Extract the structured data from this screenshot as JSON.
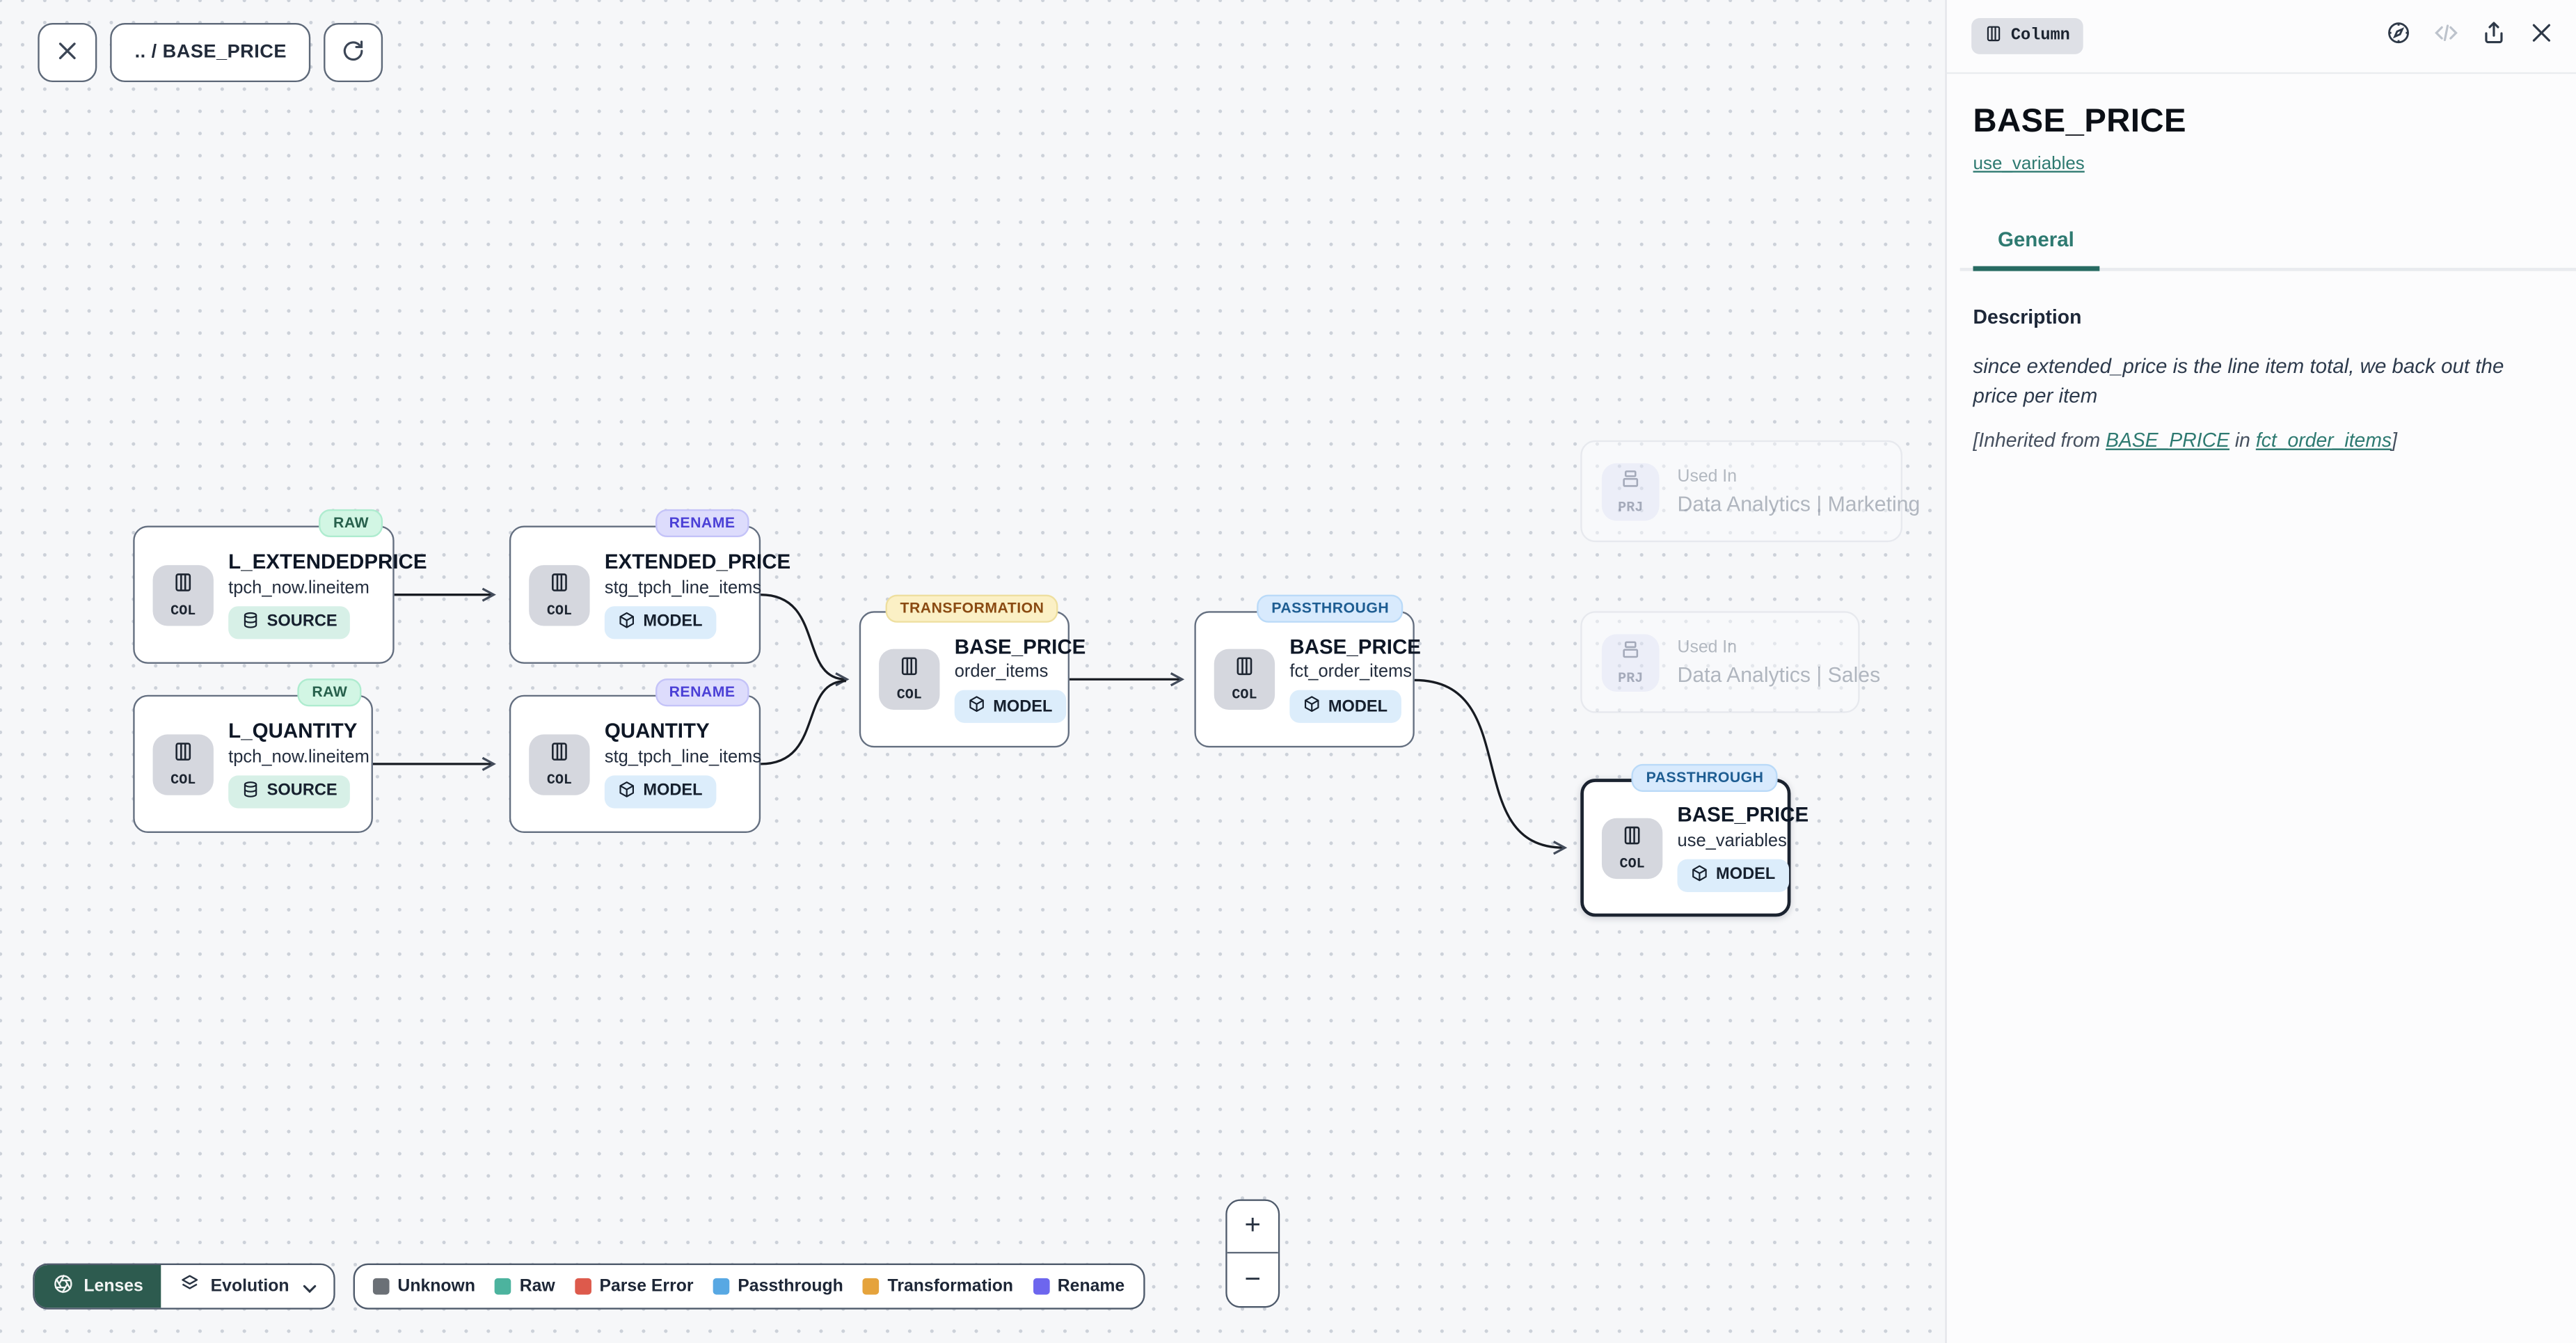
{
  "toolbar": {
    "breadcrumb": ".. / BASE_PRICE",
    "close_icon": "close-icon",
    "refresh_icon": "refresh-icon"
  },
  "common": {
    "col_label": "COL",
    "prj_label": "PRJ"
  },
  "nodes": [
    {
      "badge": "RAW",
      "title": "L_EXTENDEDPRICE",
      "subtitle": "tpch_now.lineitem",
      "kind": "SOURCE"
    },
    {
      "badge": "RENAME",
      "title": "EXTENDED_PRICE",
      "subtitle": "stg_tpch_line_items",
      "kind": "MODEL"
    },
    {
      "badge": "RAW",
      "title": "L_QUANTITY",
      "subtitle": "tpch_now.lineitem",
      "kind": "SOURCE"
    },
    {
      "badge": "RENAME",
      "title": "QUANTITY",
      "subtitle": "stg_tpch_line_items",
      "kind": "MODEL"
    },
    {
      "badge": "TRANSFORMATION",
      "title": "BASE_PRICE",
      "subtitle": "order_items",
      "kind": "MODEL"
    },
    {
      "badge": "PASSTHROUGH",
      "title": "BASE_PRICE",
      "subtitle": "fct_order_items",
      "kind": "MODEL"
    },
    {
      "badge": "PASSTHROUGH",
      "title": "BASE_PRICE",
      "subtitle": "use_variables",
      "kind": "MODEL",
      "selected": true
    }
  ],
  "used_in": [
    {
      "label": "Used In",
      "name": "Data Analytics | Marketing"
    },
    {
      "label": "Used In",
      "name": "Data Analytics | Sales"
    }
  ],
  "lenses": {
    "button_label": "Lenses",
    "selected_lens": "Evolution",
    "accent_color": "#2d5b4f"
  },
  "legend": {
    "items": [
      {
        "label": "Unknown",
        "color": "#6b7076"
      },
      {
        "label": "Raw",
        "color": "#4cb39e"
      },
      {
        "label": "Parse Error",
        "color": "#dd5a4c"
      },
      {
        "label": "Passthrough",
        "color": "#58a8e3"
      },
      {
        "label": "Transformation",
        "color": "#e5a33c"
      },
      {
        "label": "Rename",
        "color": "#6d66ee"
      }
    ]
  },
  "zoom_controls": {
    "zoom_in": "+",
    "zoom_out": "−"
  },
  "panel": {
    "type_badge": "Column",
    "title": "BASE_PRICE",
    "subtitle_link": "use_variables",
    "tabs": [
      {
        "label": "General",
        "active": true
      }
    ],
    "description_label": "Description",
    "description_text": "since extended_price is the line item total, we back out the price per item",
    "inherited": {
      "prefix": "[Inherited from ",
      "link1": "BASE_PRICE",
      "middle": " in ",
      "link2": "fct_order_items",
      "suffix": "]"
    },
    "accent_color": "#2e7a71",
    "action_icons": [
      "compass-icon",
      "code-icon",
      "share-icon",
      "close-icon"
    ]
  }
}
